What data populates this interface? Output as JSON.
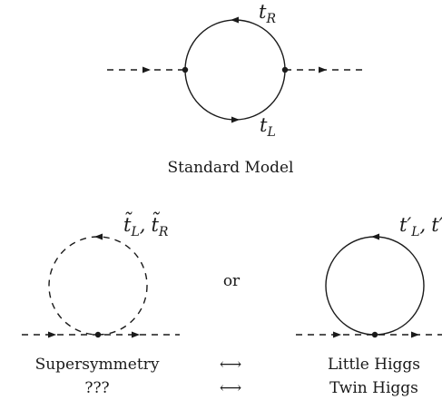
{
  "standard_model": {
    "label": "Standard Model",
    "top_particle": {
      "symbol": "t",
      "subscript": "R"
    },
    "bottom_particle": {
      "symbol": "t",
      "subscript": "L"
    }
  },
  "supersymmetry_loop": {
    "particles": {
      "symbol1": "t̃",
      "sub1": "L",
      "separator": ",",
      "symbol2": "t̃",
      "sub2": "R"
    }
  },
  "or_label": "or",
  "twin_loop": {
    "particles": {
      "symbol1": "t′",
      "sub1": "L",
      "separator": ",",
      "symbol2": "t′"
    }
  },
  "correspondences": [
    {
      "left": "Supersymmetry",
      "arrow": "⟷",
      "right": "Little Higgs"
    },
    {
      "left": "???",
      "arrow": "⟷",
      "right": "Twin Higgs"
    }
  ]
}
